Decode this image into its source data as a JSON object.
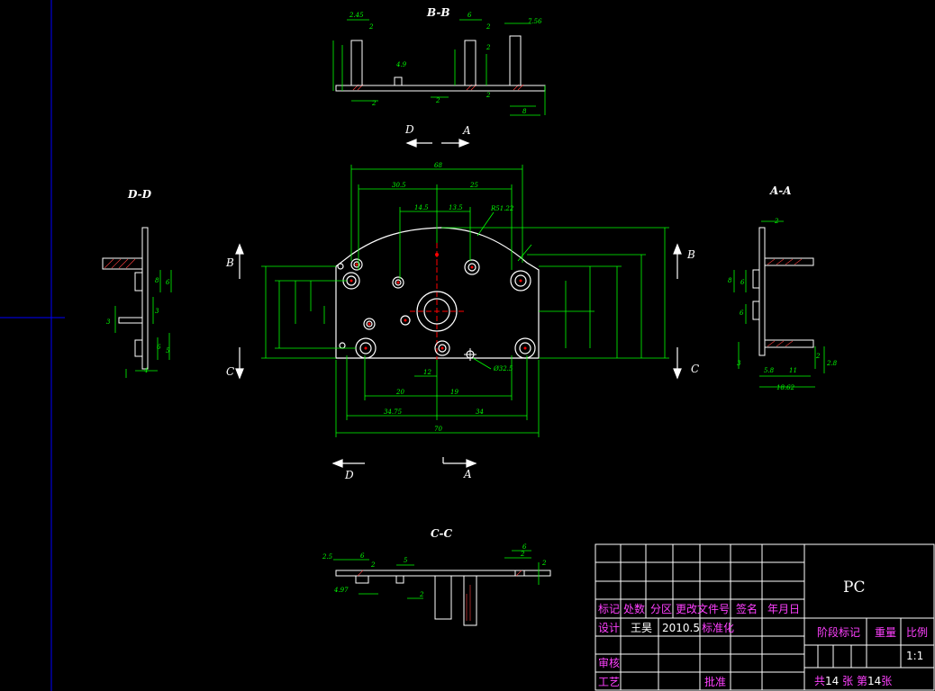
{
  "sections": {
    "bb": "B-B",
    "dd": "D-D",
    "aa": "A-A",
    "cc": "C-C"
  },
  "view_marks": {
    "d_top": "D",
    "a_top": "A",
    "b_left": "B",
    "c_left": "C",
    "b_right": "B",
    "c_right": "C",
    "d_bottom": "D",
    "a_bottom": "A"
  },
  "title_block": {
    "part_name": "PC",
    "hdr_mark": "标记",
    "hdr_count": "处数",
    "hdr_zone": "分区",
    "hdr_change_doc": "更改文件号",
    "hdr_sign": "签名",
    "hdr_date": "年月日",
    "design_label": "设计",
    "designer": "王昊",
    "design_date": "2010.5",
    "standardize_label": "标准化",
    "review_label": "审核",
    "process_label": "工艺",
    "approve_label": "批准",
    "stage_label": "阶段标记",
    "weight_label": "重量",
    "scale_label": "比例",
    "scale_value": "1:1",
    "sheets_total_prefix": "共",
    "sheets_total": "14",
    "sheets_unit": "张",
    "sheet_no_prefix": "第",
    "sheet_no": "14",
    "sheet_no_suffix": "张"
  },
  "colors": {
    "background": "#000000",
    "outline": "#ffffff",
    "dimension": "#00ff00",
    "center": "#ff0000",
    "hatch": "#ff4040",
    "frame": "#0000ff",
    "text_title": "#ff40ff"
  }
}
